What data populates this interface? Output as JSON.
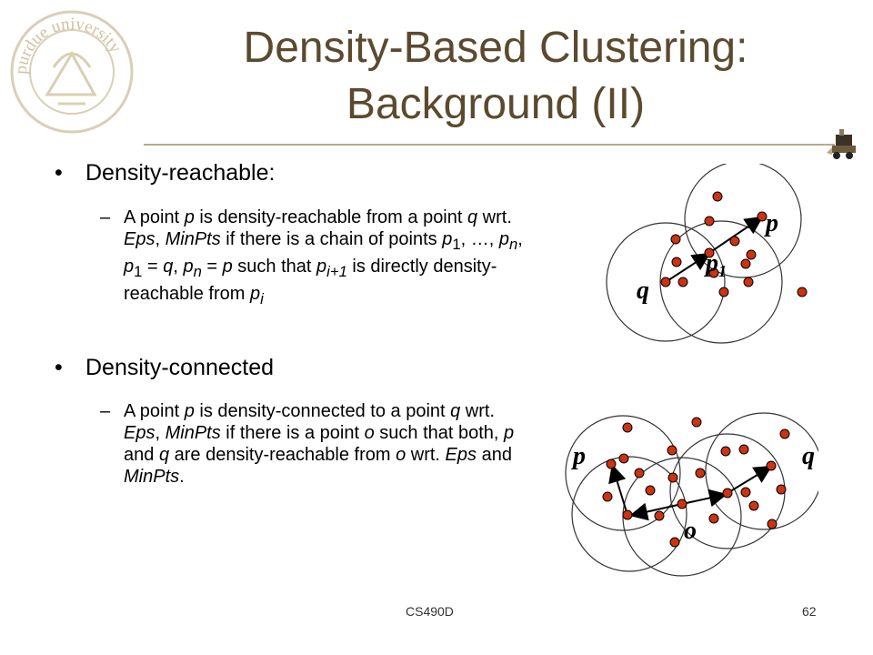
{
  "slide": {
    "title_line1": "Density-Based Clustering:",
    "title_line2": "Background (II)",
    "seal_text": "purdue university",
    "bullets": [
      {
        "label": "Density-reachable:",
        "marker": "•",
        "sub_marker": "–",
        "sub_html": "A point <i>p</i> is density-reachable from a point <i>q</i> wrt. <i>Eps</i>, <i>MinPts</i> if there is a chain of points <i>p</i><sub>1</sub>, …, <i>p</i><sub><i>n</i></sub>, <i>p</i><sub>1</sub> = <i>q</i>, <i>p</i><sub><i>n</i></sub> = <i>p</i> such that <i>p</i><sub><i>i+1</i></sub> is directly density-reachable from <i>p</i><sub><i>i</i></sub>"
      },
      {
        "label": "Density-connected",
        "marker": "•",
        "sub_marker": "–",
        "sub_html": "A point <i>p</i> is density-connected to a point <i>q</i> wrt. <i>Eps</i>, <i>MinPts</i> if there is a point <i>o</i> such that both, <i>p</i> and <i>q</i> are density-reachable from <i>o</i> wrt. <i>Eps</i> and <i>MinPts</i>."
      }
    ],
    "diagram1": {
      "label_p": "p",
      "label_q": "q",
      "label_p1": "p",
      "label_p1_sub": "1"
    },
    "diagram2": {
      "label_p": "p",
      "label_q": "q",
      "label_o": "o"
    },
    "footer_left": "CS490D",
    "footer_right": "62",
    "colors": {
      "title": "#5b4a2e",
      "point_fill": "#cc3311",
      "rule": "#b8a98a"
    }
  }
}
